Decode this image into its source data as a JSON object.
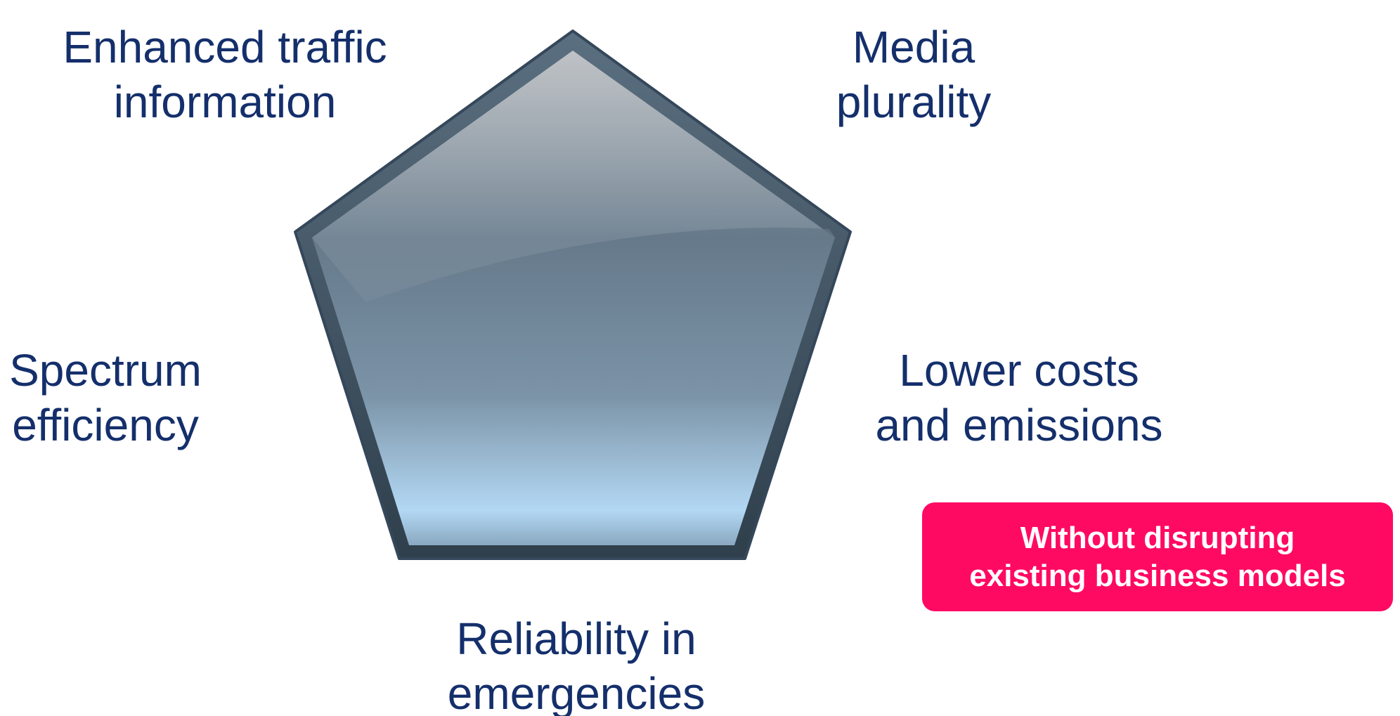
{
  "labels": {
    "traffic": {
      "line1": "Enhanced traffic",
      "line2": "information"
    },
    "media": {
      "line1": "Media",
      "line2": "plurality"
    },
    "spectrum": {
      "line1": "Spectrum",
      "line2": "efficiency"
    },
    "costs": {
      "line1": "Lower costs",
      "line2": "and emissions"
    },
    "reliability": {
      "line1": "Reliability in",
      "line2": "emergencies"
    }
  },
  "callout": {
    "line1": "Without disrupting",
    "line2": "existing business models"
  },
  "colors": {
    "label_text": "#142f6b",
    "callout_bg": "#ff0a63",
    "callout_text": "#ffffff",
    "pentagon_border": "#3e5566",
    "pentagon_top": "#a6abb0",
    "pentagon_mid": "#6e8394",
    "pentagon_bottom": "#b3d8f4"
  }
}
